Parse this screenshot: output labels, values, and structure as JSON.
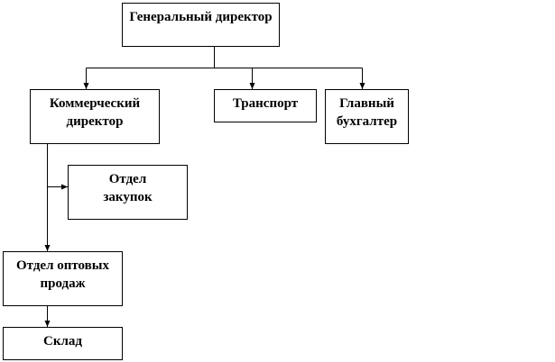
{
  "nodes": {
    "general_director": {
      "lines": [
        "Генеральный директор"
      ]
    },
    "commercial_director": {
      "lines": [
        "Коммерческий",
        "директор"
      ]
    },
    "transport": {
      "lines": [
        "Транспорт"
      ]
    },
    "chief_accountant": {
      "lines": [
        "Главный",
        "бухгалтер"
      ]
    },
    "purchasing_dept": {
      "lines": [
        "Отдел",
        "закупок"
      ]
    },
    "wholesale_dept": {
      "lines": [
        "Отдел оптовых",
        "продаж"
      ]
    },
    "warehouse": {
      "lines": [
        "Склад"
      ]
    }
  }
}
